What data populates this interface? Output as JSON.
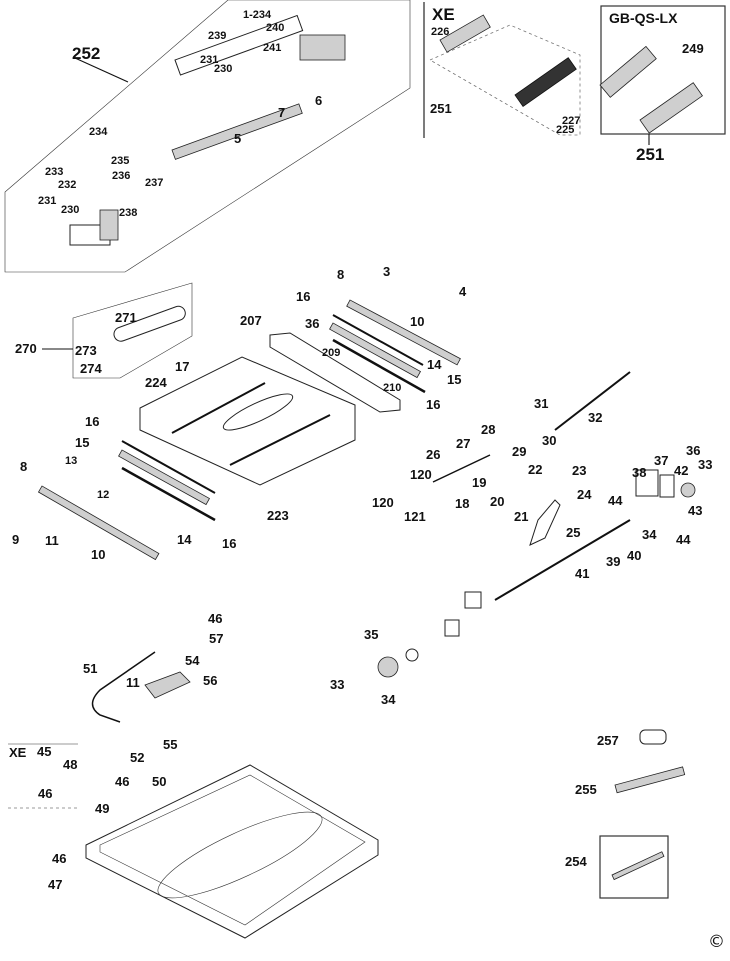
{
  "diagram": {
    "title": "Table saw exploded parts diagram",
    "copyright_symbol": "©",
    "variants": {
      "xe_top": "XE",
      "gb_qs_lx": "GB-QS-LX",
      "xe_bottom": "XE"
    },
    "groups": {
      "fence_assembly": "252",
      "blade_guard_xe": "251",
      "blade_guard_gb": "251",
      "throat_plate_kit": "270",
      "miter_gauge": "254",
      "push_stick": "255",
      "dust_adapter": "257"
    },
    "labels": {
      "fence": [
        "1-234",
        "240",
        "239",
        "241",
        "231",
        "230",
        "6",
        "7",
        "5",
        "234",
        "235",
        "233",
        "232",
        "236",
        "237",
        "231",
        "230",
        "238"
      ],
      "xe_guard": [
        "226",
        "227",
        "225"
      ],
      "gb_guard": [
        "249"
      ],
      "throat": [
        "271",
        "273",
        "274"
      ],
      "table": [
        "17",
        "224",
        "207",
        "36",
        "209",
        "210",
        "8",
        "3",
        "4",
        "10",
        "16",
        "14",
        "15",
        "16",
        "223"
      ],
      "left_rail": [
        "16",
        "15",
        "13",
        "12",
        "8",
        "9",
        "11",
        "10",
        "14",
        "16"
      ],
      "mechanism": [
        "31",
        "32",
        "28",
        "29",
        "30",
        "27",
        "26",
        "120",
        "120",
        "121",
        "18",
        "19",
        "22",
        "20",
        "21",
        "23",
        "24",
        "25",
        "38",
        "37",
        "42",
        "36",
        "33",
        "44",
        "43",
        "44",
        "34",
        "39",
        "40",
        "41"
      ],
      "knob": [
        "35",
        "33",
        "34"
      ],
      "cable": [
        "46",
        "57",
        "54",
        "51",
        "56",
        "11",
        "55",
        "52"
      ],
      "base": [
        "45",
        "48",
        "46",
        "46",
        "50",
        "49",
        "46",
        "47"
      ]
    }
  }
}
